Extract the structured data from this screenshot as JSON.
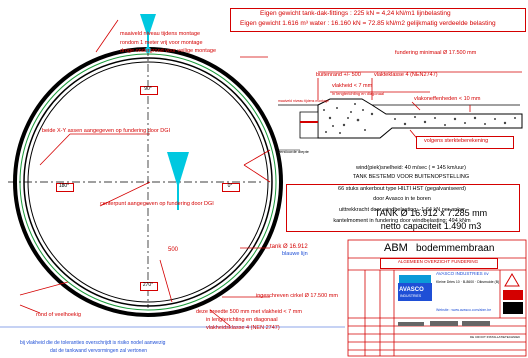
{
  "loads": {
    "line1": "Eigen gewicht tank-dak-fittings  : 225 kN = 4,24 kN/m1 lijnbelasting",
    "line2": "Eigen gewicht 1.616 m³ water : 16.160 kN = 72.85 kN/m2 gelijkmatig verdeelde belasting"
  },
  "labels": {
    "maaiveld": "maaiveld niveau tijdens montage",
    "rondom": "rondom 1 meter vrij voor montage",
    "droge": "droge ondergrond voor veilige montage",
    "fundering_min": "fundering minimaal Ø 17.500 mm",
    "buitenrand": "buitenrand  +/- 500",
    "vlakteklasse": "vlakteklasse 4 (NEN2747)",
    "vlakheid": "vlakheid < 7 mm",
    "vlakheid_sub": "in lengterichting en diagonaal",
    "verstoorde": "verstoorde diepte",
    "vlakoneffenheden": "vlakoneffenheden < 10 mm",
    "volgens": "volgens sterkteberekening",
    "xy_assen": "beide X-Y assen aangegeven op fundering door DGI",
    "centerpunt": "centerpunt aangegeven op fundering door DGI",
    "tank_diam": "tank Ø 16.912",
    "blauwe_lijn": "blauwe lijn",
    "ingeschreven": "ingeschreven cirkel Ø 17.500 mm",
    "rond": "rond of veelhoekig",
    "deze_breedte_1": "deze breedte 500 mm met vlakheid < 7 mm",
    "deze_breedte_2": "in lengterichting en diagonaal",
    "deze_breedte_3": "vlakheidsklasse 4 (NEN 2747)",
    "footnote_1": "bij vlakheid die de toleranties overschrijdt is risiko nodel aanwezig",
    "footnote_2": "dat de tankwand vervormingen zal vertonen",
    "dim_500": "500"
  },
  "angles": {
    "top": "90°",
    "left": "180°",
    "right": "0°",
    "bottom": "270°"
  },
  "wind": {
    "line1": "wind(piek)snelheid: 40 m/sec ( = 145 km/uur)",
    "line2": "TANK BESTEMD VOOR BUITENOPSTELLING",
    "line3": "66 stuks ankerbout  type HILTI HST (gegalvaniseerd)",
    "line4": "door Avasco in te boren",
    "line5": "uittrekkracht door windbelasting: -1,64 kN per anker",
    "line6": "kantelmoment in fundering door windbelasting: 494 kNm"
  },
  "tank": {
    "size": "TANK Ø 16.912 x 7.285 mm",
    "capacity": "netto capaciteit 1.490 m3"
  },
  "titleblock": {
    "title": "ABM",
    "title_rest": "bodemmembraan",
    "subtitle": "ALGEMEEN OVERZICHT FUNDERING",
    "company": "AVASCO INDUSTRIES nv",
    "logo": "AVASCO",
    "logo_sub": "INDUSTRIES",
    "address": "Kleine Dries 10 · B-8600 · Diksmuide (B)",
    "website": "Website : www.avasco.com/abm.be",
    "drawing": "DE CROOT INSTALLATIETECHNIEK"
  },
  "colors": {
    "red": "#d40000",
    "blue": "#1f4fd6",
    "cyan": "#00c8e0",
    "green": "#1a9a3a"
  }
}
